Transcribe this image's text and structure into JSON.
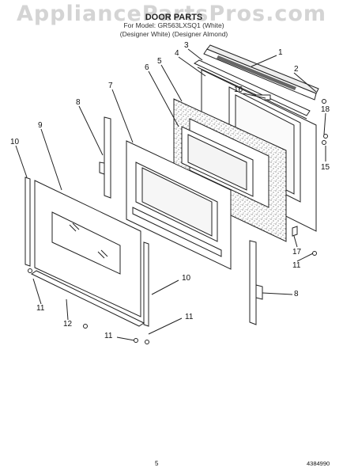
{
  "watermark": "AppliancePartsPros.com",
  "header": {
    "title": "DOOR PARTS",
    "subtitle": "For Model: GR563LXSQ1 (White)",
    "subtitle2": "(Designer White)  (Designer Almond)"
  },
  "callouts": {
    "c1": "1",
    "c2": "2",
    "c3": "3",
    "c4": "4",
    "c5": "5",
    "c6": "6",
    "c7": "7",
    "c8a": "8",
    "c8b": "8",
    "c9": "9",
    "c10a": "10",
    "c10b": "10",
    "c11a": "11",
    "c11b": "11",
    "c11c": "11",
    "c11d": "11",
    "c12": "12",
    "c15": "15",
    "c16": "16",
    "c17": "17",
    "c18": "18"
  },
  "footer": {
    "page": "5",
    "code": "4384990"
  }
}
